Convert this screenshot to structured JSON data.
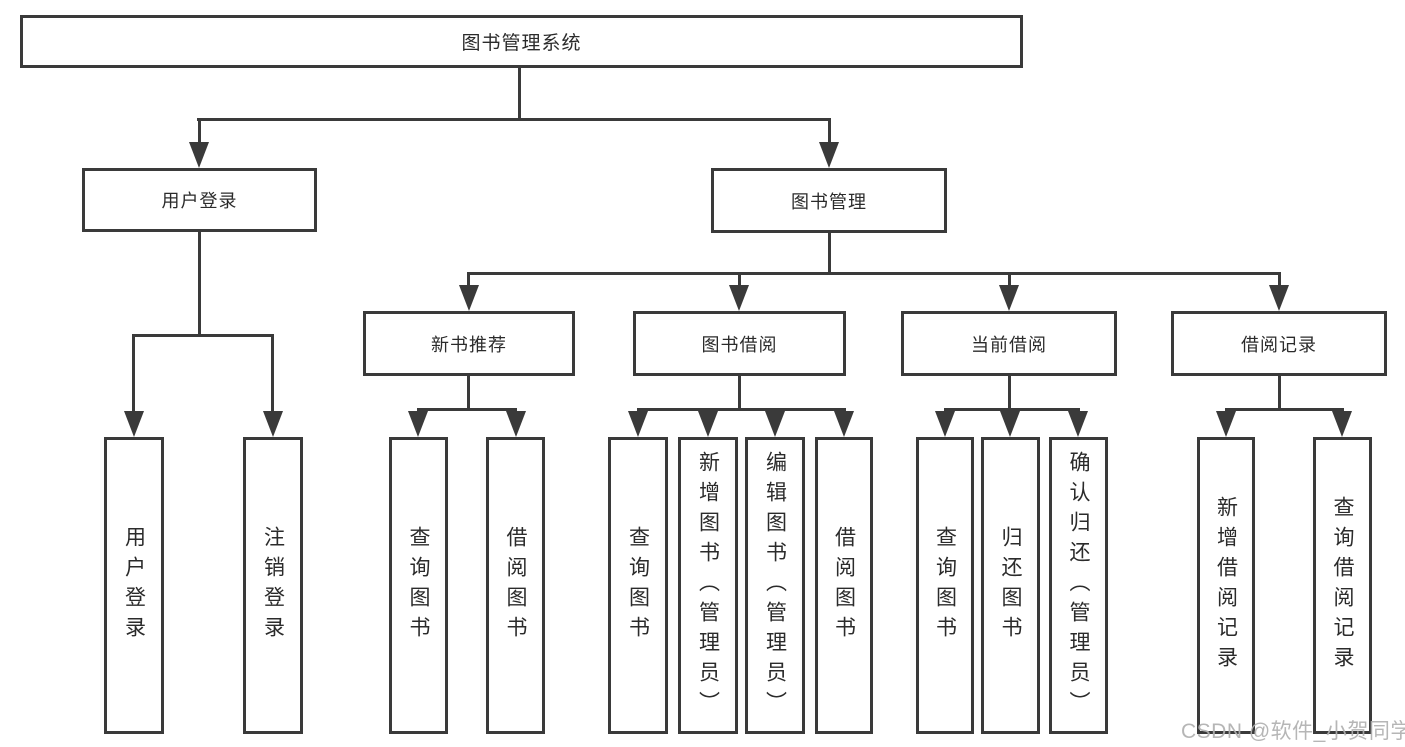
{
  "colors": {
    "background": "#ffffff",
    "line": "#3a3a3a",
    "text": "#2b2b2b",
    "watermark": "#b0b0b0"
  },
  "tree": {
    "root": "图书管理系统",
    "branches": [
      {
        "label": "用户登录",
        "children": [
          "用户登录",
          "注销登录"
        ]
      },
      {
        "label": "图书管理",
        "groups": [
          {
            "label": "新书推荐",
            "children": [
              "查询图书",
              "借阅图书"
            ]
          },
          {
            "label": "图书借阅",
            "children": [
              "查询图书",
              "新增图书（管理员）",
              "编辑图书（管理员）",
              "借阅图书"
            ]
          },
          {
            "label": "当前借阅",
            "children": [
              "查询图书",
              "归还图书",
              "确认归还（管理员）"
            ]
          },
          {
            "label": "借阅记录",
            "children": [
              "新增借阅记录",
              "查询借阅记录"
            ]
          }
        ]
      }
    ]
  },
  "watermark": {
    "text": "CSDN @软件_小贺同学"
  }
}
